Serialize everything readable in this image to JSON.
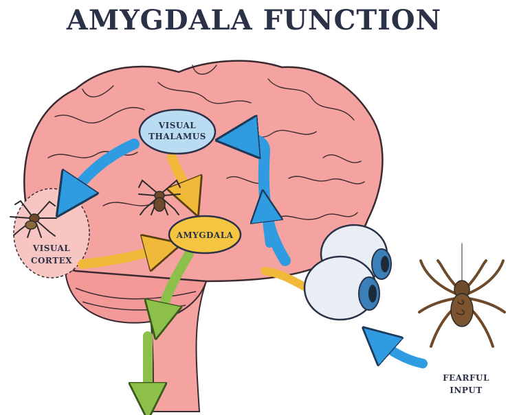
{
  "title": "AMYGDALA FUNCTION",
  "labels": {
    "visual_thalamus": [
      "VISUAL",
      "THALAMUS"
    ],
    "amygdala": "AMYGDALA",
    "visual_cortex": [
      "VISUAL",
      "CORTEX"
    ],
    "fearful_input": [
      "FEARFUL",
      "INPUT"
    ]
  },
  "colors": {
    "title": "#2b3147",
    "brain_fill": "#f4a3a0",
    "brain_stroke": "#3a2a2f",
    "thalamus_fill": "#b9dcf2",
    "amygdala_fill": "#f5c542",
    "blue_arrow": "#2f9be0",
    "yellow_arrow": "#f1b93a",
    "green_arrow": "#8cc04a",
    "eye_white": "#e8eef4",
    "iris": "#3a7fb8",
    "spider": "#6e4a2a",
    "label_text": "#2b3147"
  },
  "icons": [
    "brain",
    "spider",
    "eyeball",
    "arrow"
  ]
}
